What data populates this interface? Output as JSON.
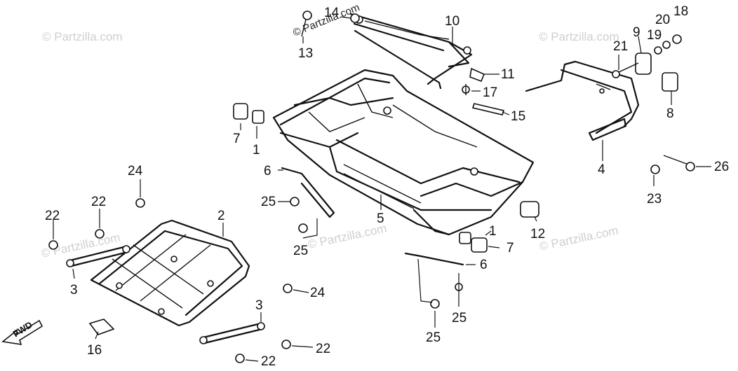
{
  "watermark": "© Partzilla.com",
  "fwd_label": "FWD",
  "callouts": [
    "1",
    "2",
    "3",
    "4",
    "5",
    "6",
    "7",
    "8",
    "9",
    "10",
    "11",
    "12",
    "13",
    "14",
    "15",
    "16",
    "17",
    "18",
    "19",
    "20",
    "21",
    "22",
    "23",
    "24",
    "25",
    "26"
  ]
}
